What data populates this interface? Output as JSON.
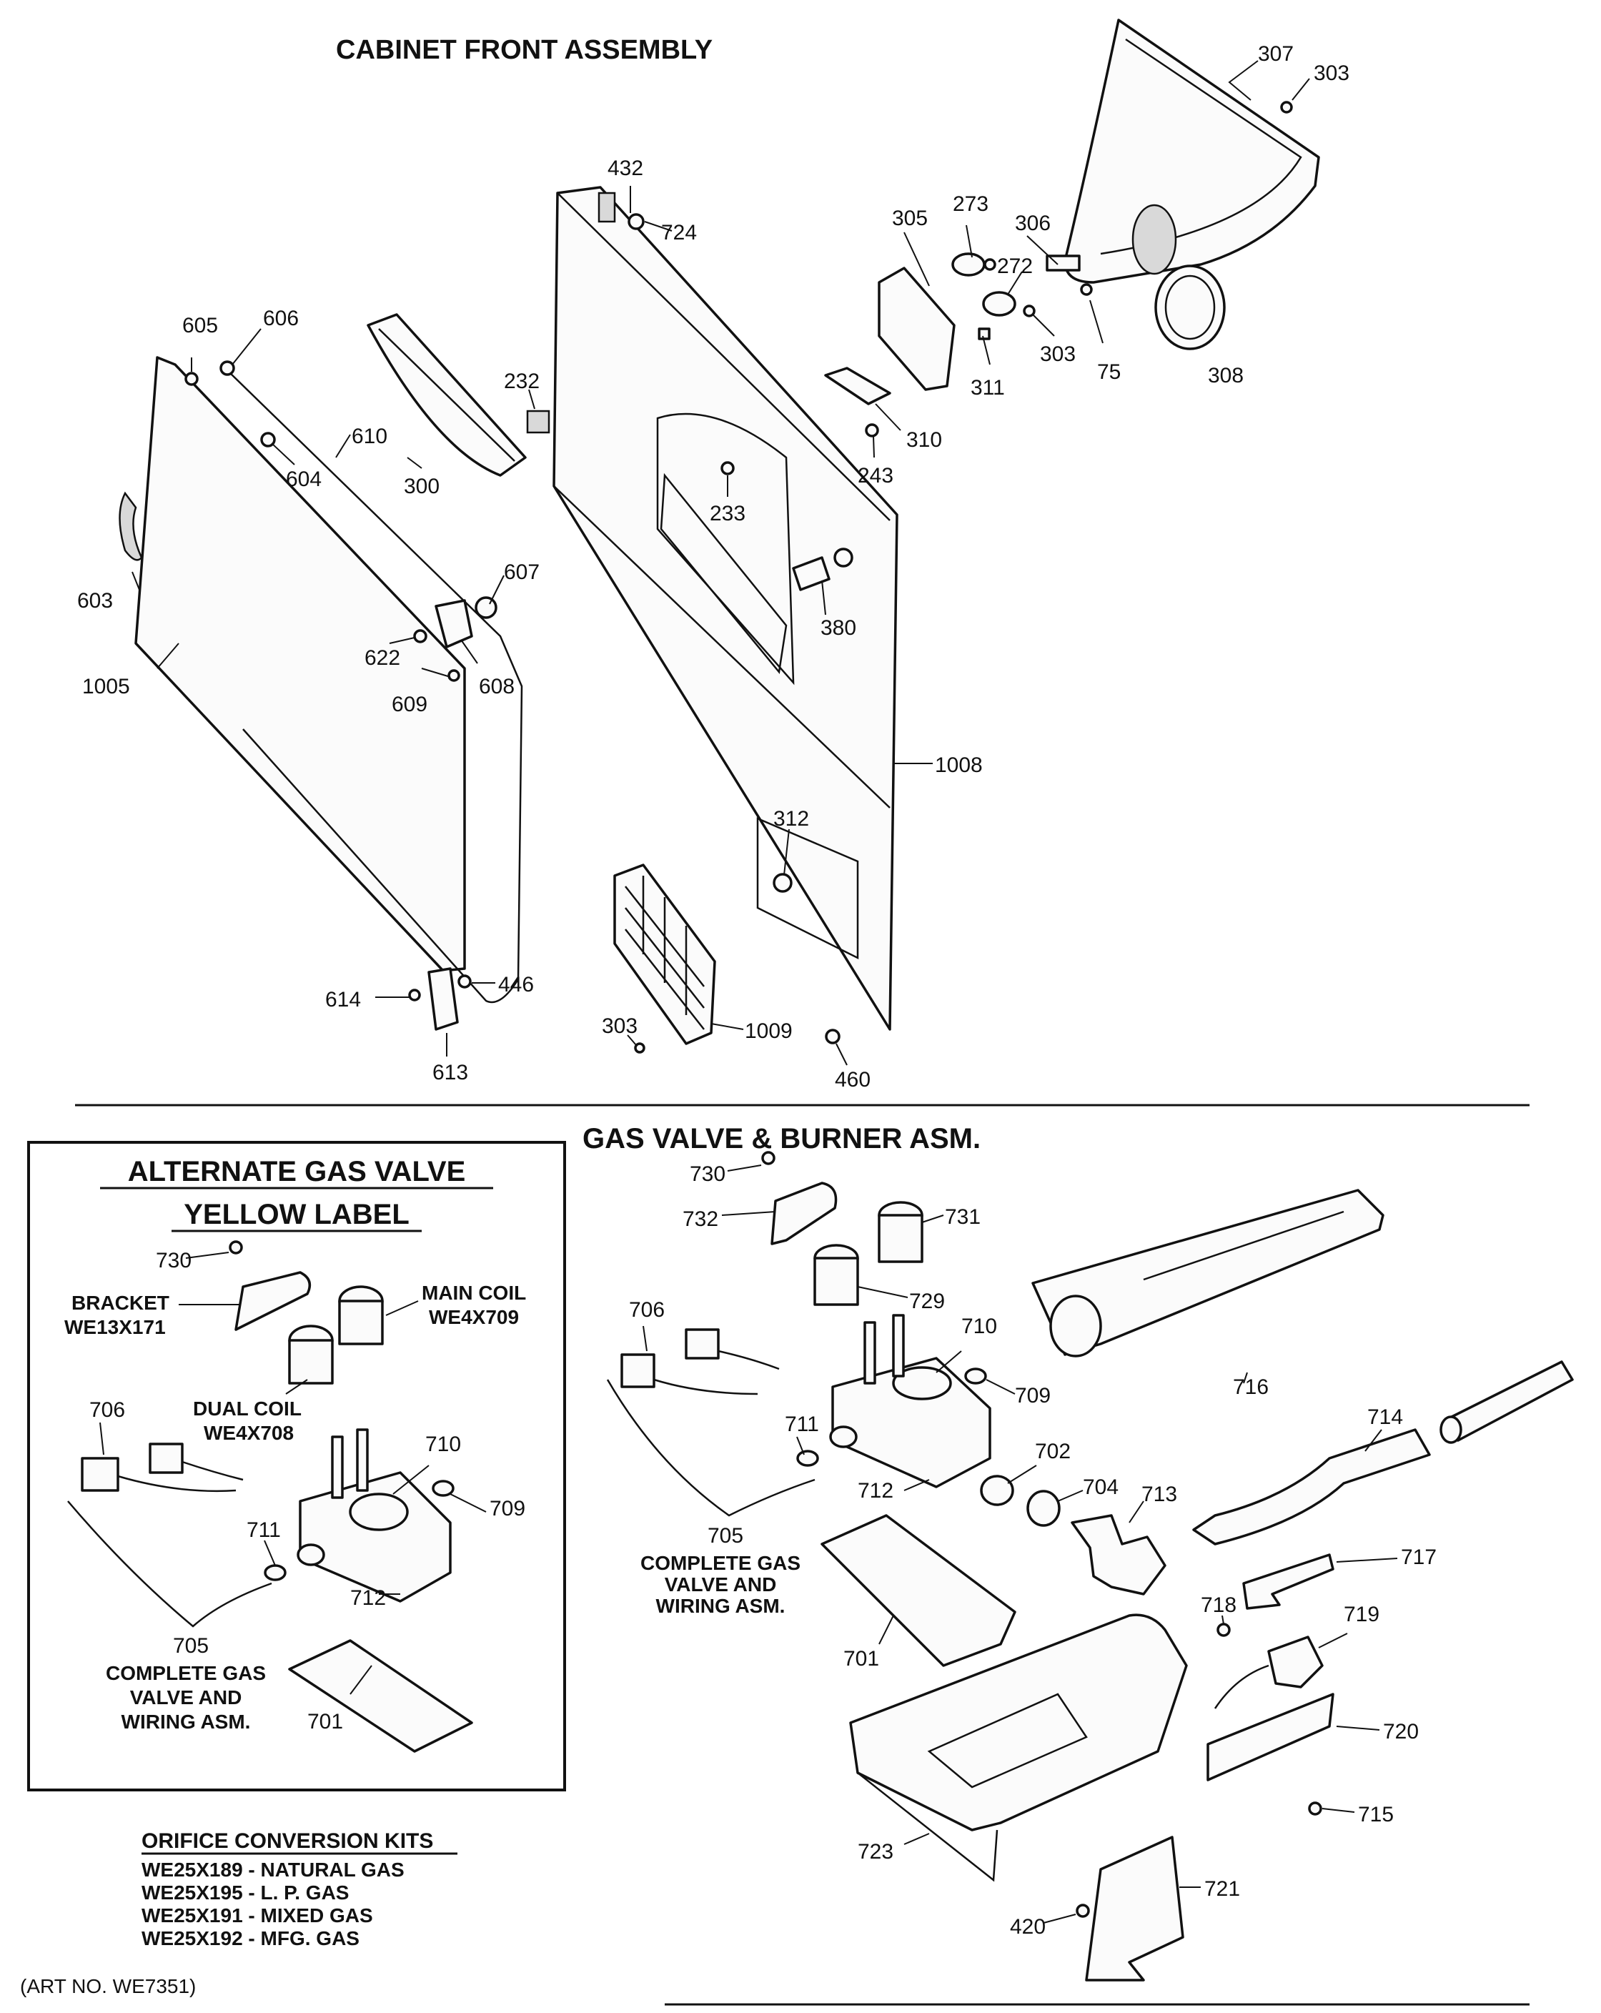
{
  "sections": {
    "cabinet_title": "CABINET FRONT ASSEMBLY",
    "gas_title": "GAS VALVE & BURNER ASM."
  },
  "inset": {
    "title_line1": "ALTERNATE GAS VALVE",
    "title_line2": "YELLOW LABEL",
    "bracket_label_line1": "BRACKET",
    "bracket_label_line2": "WE13X171",
    "main_coil_line1": "MAIN COIL",
    "main_coil_line2": "WE4X709",
    "dual_coil_line1": "DUAL COIL",
    "dual_coil_line2": "WE4X708",
    "complete_line1": "COMPLETE GAS",
    "complete_line2": "VALVE AND",
    "complete_line3": "WIRING ASM."
  },
  "gas_complete": {
    "line1": "COMPLETE GAS",
    "line2": "VALVE AND",
    "line3": "WIRING ASM."
  },
  "orifice_kits": {
    "title": "ORIFICE CONVERSION KITS",
    "items": [
      "WE25X189 - NATURAL GAS",
      "WE25X195 - L. P. GAS",
      "WE25X191 - MIXED GAS",
      "WE25X192 - MFG. GAS"
    ]
  },
  "art_no": "(ART NO. WE7351)",
  "callouts": {
    "c307": "307",
    "c303a": "303",
    "c432": "432",
    "c724": "724",
    "c305": "305",
    "c273": "273",
    "c306": "306",
    "c272": "272",
    "c303b": "303",
    "c75": "75",
    "c308": "308",
    "c311": "311",
    "c310": "310",
    "c243": "243",
    "c605": "605",
    "c606": "606",
    "c232": "232",
    "c610": "610",
    "c604": "604",
    "c300": "300",
    "c233": "233",
    "c603": "603",
    "c607": "607",
    "c380": "380",
    "c1005": "1005",
    "c622": "622",
    "c608": "608",
    "c609": "609",
    "c1008": "1008",
    "c312": "312",
    "c614": "614",
    "c446": "446",
    "c613": "613",
    "c303c": "303",
    "c1009": "1009",
    "c460": "460",
    "i730": "730",
    "i706": "706",
    "i710": "710",
    "i709": "709",
    "i711": "711",
    "i712": "712",
    "i705": "705",
    "i701": "701",
    "g730": "730",
    "g732": "732",
    "g731": "731",
    "g729": "729",
    "g706": "706",
    "g710": "710",
    "g709": "709",
    "g711": "711",
    "g712": "712",
    "g702": "702",
    "g704": "704",
    "g713": "713",
    "g705": "705",
    "g716": "716",
    "g714": "714",
    "g717": "717",
    "g718": "718",
    "g719": "719",
    "g701": "701",
    "g720": "720",
    "g715": "715",
    "g723": "723",
    "g721": "721",
    "g420": "420"
  }
}
